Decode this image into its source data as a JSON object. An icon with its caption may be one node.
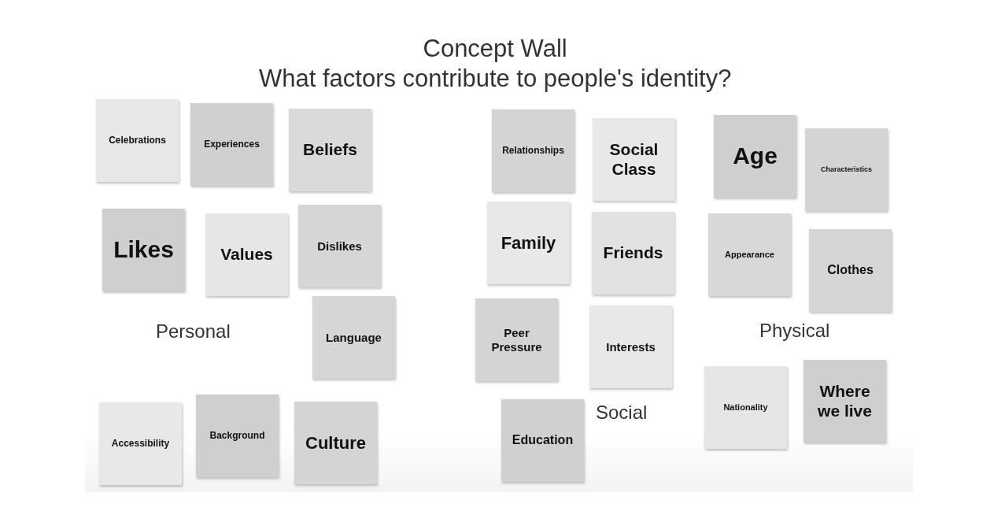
{
  "diagram": {
    "title": "Concept Wall",
    "nodes": [
      {
        "text": [
          "Celebrations"
        ]
      },
      {
        "text": [
          "Experiences"
        ]
      },
      {
        "text": [
          "Beliefs"
        ]
      },
      {
        "text": [
          "Likes"
        ]
      },
      {
        "text": [
          "Values"
        ]
      },
      {
        "text": [
          "Dislikes"
        ]
      },
      {
        "text": [
          "Language"
        ]
      },
      {
        "text": [
          "Accessibility"
        ]
      },
      {
        "text": [
          "Background"
        ]
      },
      {
        "text": [
          "Culture"
        ]
      },
      {
        "text": [
          "Relationships"
        ]
      },
      {
        "text": [
          "Social Class"
        ]
      },
      {
        "text": [
          "Family"
        ]
      },
      {
        "text": [
          "Friends"
        ]
      },
      {
        "text": [
          "Peer Pressure"
        ]
      },
      {
        "text": [
          "Interests"
        ]
      },
      {
        "text": [
          "Education"
        ]
      },
      {
        "text": [
          "Age"
        ]
      },
      {
        "text": [
          "Characteristics"
        ]
      },
      {
        "text": [
          "Appearance"
        ]
      },
      {
        "text": [
          "Clothes"
        ]
      },
      {
        "text": [
          "Nationality"
        ]
      },
      {
        "text": [
          "Where we live"
        ]
      }
    ],
    "labels": [
      "What factors contribute to people's identity?",
      "Personal",
      "Physical",
      "Social"
    ]
  }
}
